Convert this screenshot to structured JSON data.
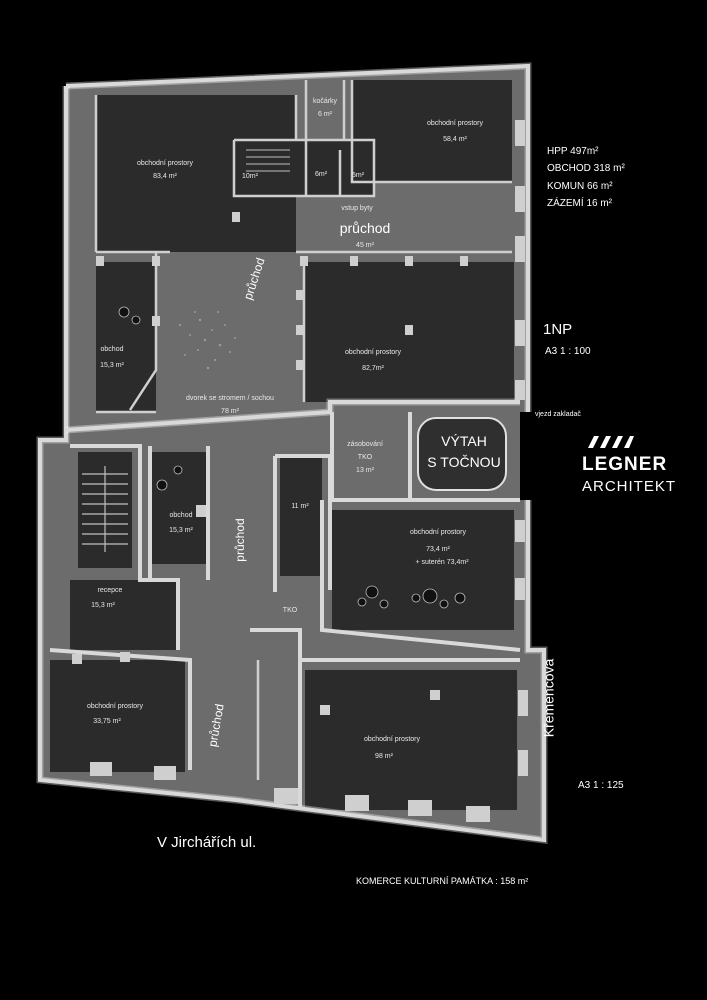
{
  "stats": {
    "hpp": "HPP 497m²",
    "obchod": "OBCHOD 318 m²",
    "komun": "KOMUN 66 m²",
    "zazemi": "ZÁZEMÍ 16 m²"
  },
  "floor_label": "1NP",
  "scale_top": "A3   1 : 100",
  "scale_bottom": "A3   1 : 125",
  "vjezd": "vjezd zakladač",
  "logo": {
    "line1": "LEGNER",
    "line2": "ARCHITEKT"
  },
  "elevator": {
    "line1": "VÝTAH",
    "line2": "S TOČNOU"
  },
  "streets": {
    "main": "V Jirchářích ul.",
    "side": "Křemencova"
  },
  "footer": "KOMERCE KULTURNÍ PAMÁTKA :  158 m²",
  "rooms": [
    {
      "name": "obchodní prostory",
      "area": "83,4 m²"
    },
    {
      "name": "kočárky",
      "area": "6 m²"
    },
    {
      "name": "obchodní prostory",
      "area": "58,4 m²"
    },
    {
      "name": "10m²"
    },
    {
      "name": "6m²"
    },
    {
      "name": "5m²"
    },
    {
      "name": "vstup byty"
    },
    {
      "name": "průchod",
      "area": "45 m²"
    },
    {
      "name": "průchod"
    },
    {
      "name": "obchod",
      "area": "15,3 m²"
    },
    {
      "name": "obchodní prostory",
      "area": "82,7m²"
    },
    {
      "name": "dvorek se stromem / sochou",
      "area": "78 m²"
    },
    {
      "name": "zásobování",
      "area": "TKO",
      "extra": "13 m²"
    },
    {
      "name": "obchod",
      "area": "15,3 m²"
    },
    {
      "name": "průchod"
    },
    {
      "name": "11 m²"
    },
    {
      "name": "obchodní prostory",
      "area": "73,4 m²",
      "extra": "+ suterén 73,4m²"
    },
    {
      "name": "recepce",
      "area": "15,3 m²"
    },
    {
      "name": "TKO"
    },
    {
      "name": "obchodní prostory",
      "area": "33,75 m²"
    },
    {
      "name": "průchod"
    },
    {
      "name": "obchodní prostory",
      "area": "98 m²"
    }
  ]
}
